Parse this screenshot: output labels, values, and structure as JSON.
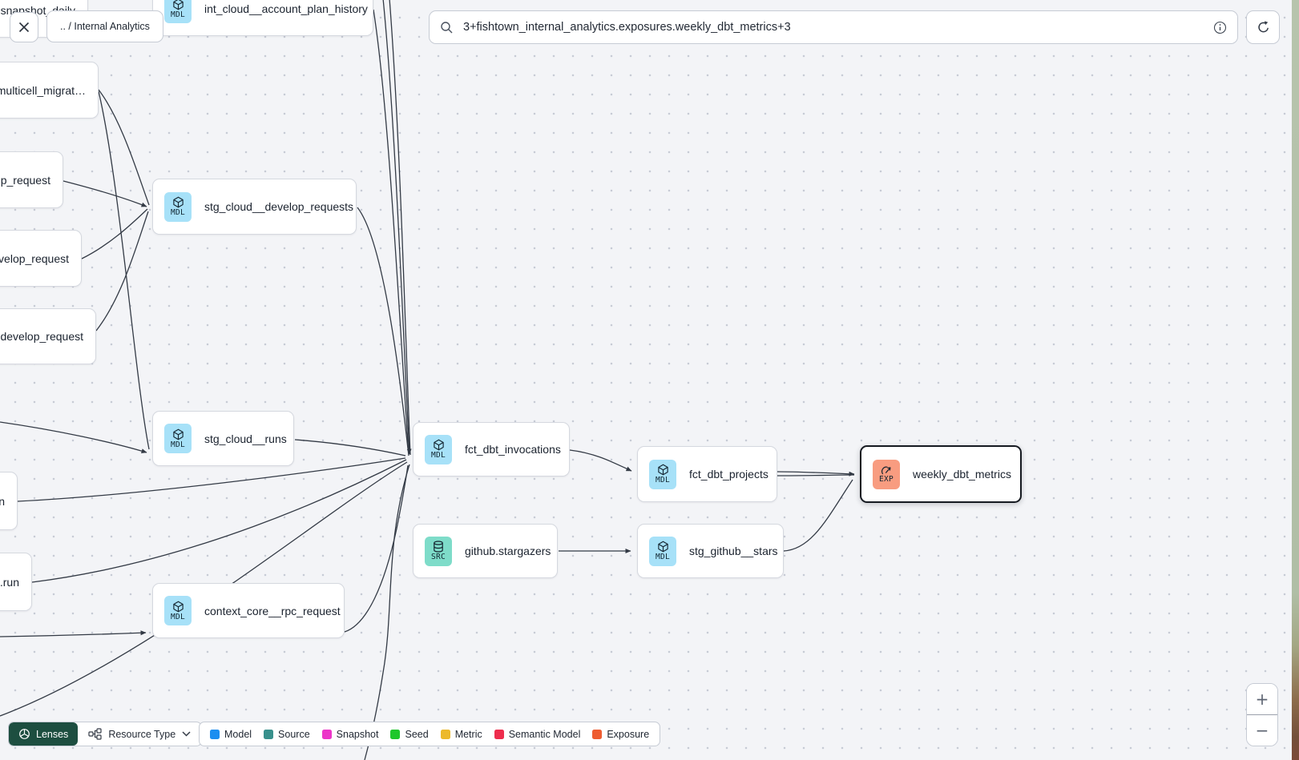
{
  "toolbar": {
    "breadcrumb": ".. / Internal Analytics",
    "search_value": "3+fishtown_internal_analytics.exposures.weekly_dbt_metrics+3"
  },
  "graph": {
    "nodes": [
      {
        "id": "snapshot_daily",
        "label": "snapshot_daily",
        "cut": true
      },
      {
        "id": "int_cloud__account_plan_history",
        "label": "int_cloud__account_plan_history",
        "badge": "MDL",
        "type": "model"
      },
      {
        "id": "multicell_migrat",
        "label": "multicell_migrat…",
        "cut": true
      },
      {
        "id": "p_request",
        "label": "p_request",
        "cut": true
      },
      {
        "id": "stg_cloud__develop_requests",
        "label": "stg_cloud__develop_requests",
        "badge": "MDL",
        "type": "model"
      },
      {
        "id": "velop_request",
        "label": "velop_request",
        "cut": true
      },
      {
        "id": "develop_request_dot",
        "label": ".develop_request",
        "cut": true
      },
      {
        "id": "stg_cloud__runs",
        "label": "stg_cloud__runs",
        "badge": "MDL",
        "type": "model"
      },
      {
        "id": "n_node",
        "label": "n",
        "cut": true
      },
      {
        "id": "run_node",
        "label": ".run",
        "cut": true
      },
      {
        "id": "fct_dbt_invocations",
        "label": "fct_dbt_invocations",
        "badge": "MDL",
        "type": "model"
      },
      {
        "id": "fct_dbt_projects",
        "label": "fct_dbt_projects",
        "badge": "MDL",
        "type": "model"
      },
      {
        "id": "weekly_dbt_metrics",
        "label": "weekly_dbt_metrics",
        "badge": "EXP",
        "type": "exposure",
        "selected": true
      },
      {
        "id": "github.stargazers",
        "label": "github.stargazers",
        "badge": "SRC",
        "type": "source"
      },
      {
        "id": "stg_github__stars",
        "label": "stg_github__stars",
        "badge": "MDL",
        "type": "model"
      },
      {
        "id": "context_core__rpc_request",
        "label": "context_core__rpc_request",
        "badge": "MDL",
        "type": "model"
      }
    ]
  },
  "badge_colors": {
    "model": "#a7e1f8",
    "source": "#7edcc9",
    "exposure": "#f89c80"
  },
  "legend": {
    "lenses_label": "Lenses",
    "resource_type_label": "Resource Type",
    "items": [
      {
        "label": "Model",
        "color": "#1c8ef0"
      },
      {
        "label": "Source",
        "color": "#38908c"
      },
      {
        "label": "Snapshot",
        "color": "#ec35c8"
      },
      {
        "label": "Seed",
        "color": "#1ec72b"
      },
      {
        "label": "Metric",
        "color": "#ecb92b"
      },
      {
        "label": "Semantic Model",
        "color": "#ee2d4d"
      },
      {
        "label": "Exposure",
        "color": "#ee5c30"
      }
    ]
  },
  "zoom_controls": {
    "zoom_in": "+",
    "zoom_out": "−"
  }
}
